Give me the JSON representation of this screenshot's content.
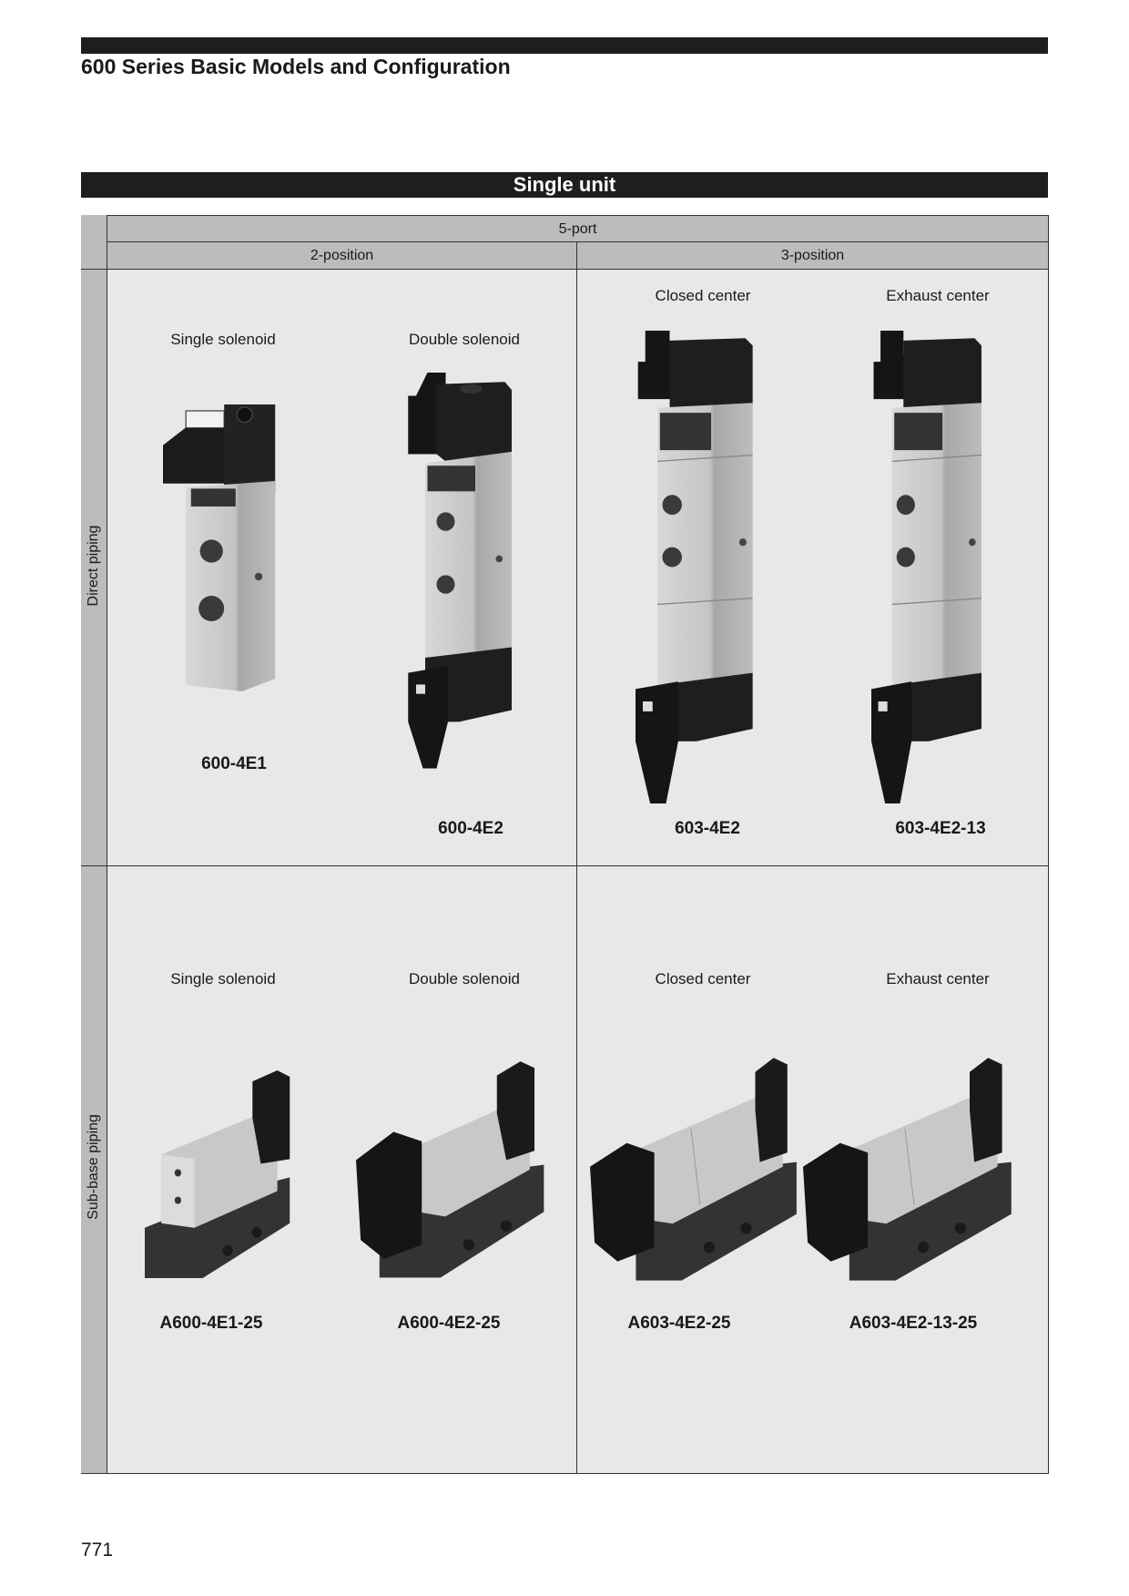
{
  "header": {
    "title": "600 Series Basic Models and Configuration"
  },
  "section": {
    "title": "Single unit"
  },
  "table": {
    "port_header": "5-port",
    "position_headers": [
      "2-position",
      "3-position"
    ],
    "row_headers": [
      "Direct piping",
      "Sub-base piping"
    ],
    "direct": [
      {
        "type": "Single solenoid",
        "model": "600-4E1"
      },
      {
        "type": "Double solenoid",
        "model": "600-4E2"
      },
      {
        "type": "Closed center",
        "model": "603-4E2"
      },
      {
        "type": "Exhaust center",
        "model": "603-4E2-13"
      }
    ],
    "subbase": [
      {
        "type": "Single solenoid",
        "model": "A600-4E1-25"
      },
      {
        "type": "Double solenoid",
        "model": "A600-4E2-25"
      },
      {
        "type": "Closed center",
        "model": "A603-4E2-25"
      },
      {
        "type": "Exhaust center",
        "model": "A603-4E2-13-25"
      }
    ]
  },
  "footer": {
    "page_number": "771"
  },
  "colors": {
    "bar": "#1e1e1e",
    "header_bg": "#bcbcbc",
    "cell_bg": "#e8e8e8"
  }
}
